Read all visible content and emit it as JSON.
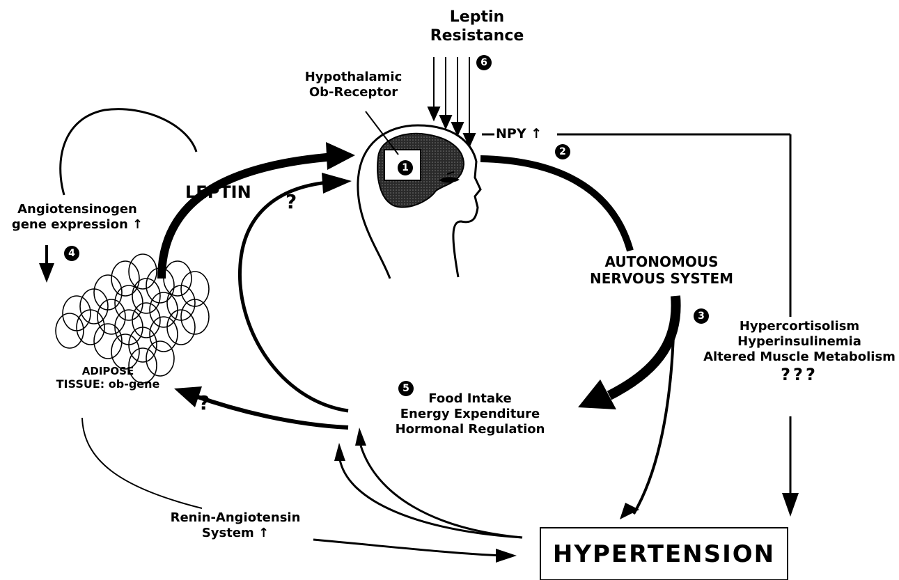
{
  "labels": {
    "leptin_resistance_1": "Leptin",
    "leptin_resistance_2": "Resistance",
    "receptor_1": "Hypothalamic",
    "receptor_2": "Ob-Receptor",
    "npy": "NPY ↑",
    "leptin": "LEPTIN",
    "angio_1": "Angiotensinogen",
    "angio_2": "gene expression ↑",
    "adipose_1": "ADIPOSE",
    "adipose_2": "TISSUE: ob-gene",
    "ans_1": "AUTONOMOUS",
    "ans_2": "NERVOUS SYSTEM",
    "hyper_1": "Hypercortisolism",
    "hyper_2": "Hyperinsulinemia",
    "hyper_3": "Altered Muscle Metabolism",
    "hyper_4": "???",
    "food_1": "Food Intake",
    "food_2": "Energy Expenditure",
    "food_3": "Hormonal Regulation",
    "ras_1": "Renin-Angiotensin",
    "ras_2": "System ↑",
    "hypertension": "HYPERTENSION",
    "q_mark": "?"
  },
  "markers": {
    "m1": "❶",
    "m2": "❷",
    "m3": "❸",
    "m4": "❹",
    "m5": "❺",
    "m6": "❻"
  }
}
